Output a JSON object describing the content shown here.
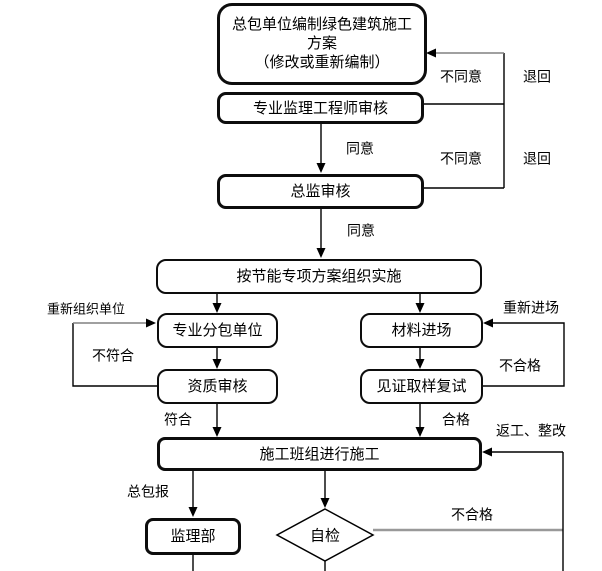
{
  "nodes": {
    "plan": {
      "label": "总包单位编制绿色建筑施工\n方案\n（修改或重新编制）"
    },
    "supervisor_review": {
      "label": "专业监理工程师审核"
    },
    "chief_review": {
      "label": "总监审核"
    },
    "implement": {
      "label": "按节能专项方案组织实施"
    },
    "subcontractor": {
      "label": "专业分包单位"
    },
    "material": {
      "label": "材料进场"
    },
    "qualification": {
      "label": "资质审核"
    },
    "sampling": {
      "label": "见证取样复试"
    },
    "construction": {
      "label": "施工班组进行施工"
    },
    "supervision_dept": {
      "label": "监理部"
    },
    "self_check": {
      "label": "自检"
    }
  },
  "edge_labels": {
    "agree1": "同意",
    "agree2": "同意",
    "disagree1": "不同意",
    "return1": "退回",
    "disagree2": "不同意",
    "return2": "退回",
    "reorganize": "重新组织单位",
    "nonconform": "不符合",
    "conform": "符合",
    "reenter": "重新进场",
    "unqualified_material": "不合格",
    "qualified": "合格",
    "rework": "返工、整改",
    "report": "总包报",
    "unqualified_check": "不合格"
  },
  "colors": {
    "line": "#000000",
    "gray_shaft": "#808080",
    "fail_line": "#999999",
    "background": "#ffffff",
    "box_border": "#0d0d0d"
  }
}
